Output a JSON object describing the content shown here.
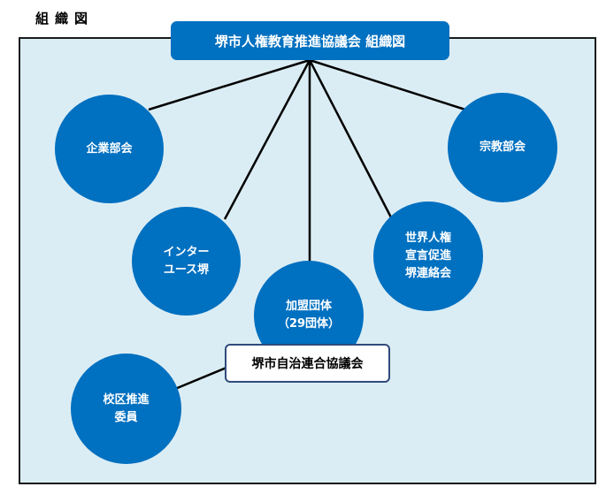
{
  "heading": "組織図",
  "root": {
    "label": "堺市人権教育推進協議会 組織図"
  },
  "members": [
    {
      "id": "kigyo",
      "lines": [
        "企業部会"
      ]
    },
    {
      "id": "shukyo",
      "lines": [
        "宗教部会"
      ]
    },
    {
      "id": "intern",
      "lines": [
        "インター",
        "ユース堺"
      ]
    },
    {
      "id": "sekai",
      "lines": [
        "世界人権",
        "宣言促進",
        "堺連絡会"
      ]
    },
    {
      "id": "kamei",
      "lines": [
        "加盟団体",
        "（29団体）"
      ]
    },
    {
      "id": "kouku",
      "lines": [
        "校区推進",
        "委員"
      ]
    }
  ],
  "council": {
    "label": "堺市自治連合協議会"
  },
  "colors": {
    "node_fill": "#0070c0",
    "node_text": "#ffffff",
    "panel_bg": "#dbedf4",
    "connector": "#000000",
    "council_border": "#2f4b7c"
  }
}
